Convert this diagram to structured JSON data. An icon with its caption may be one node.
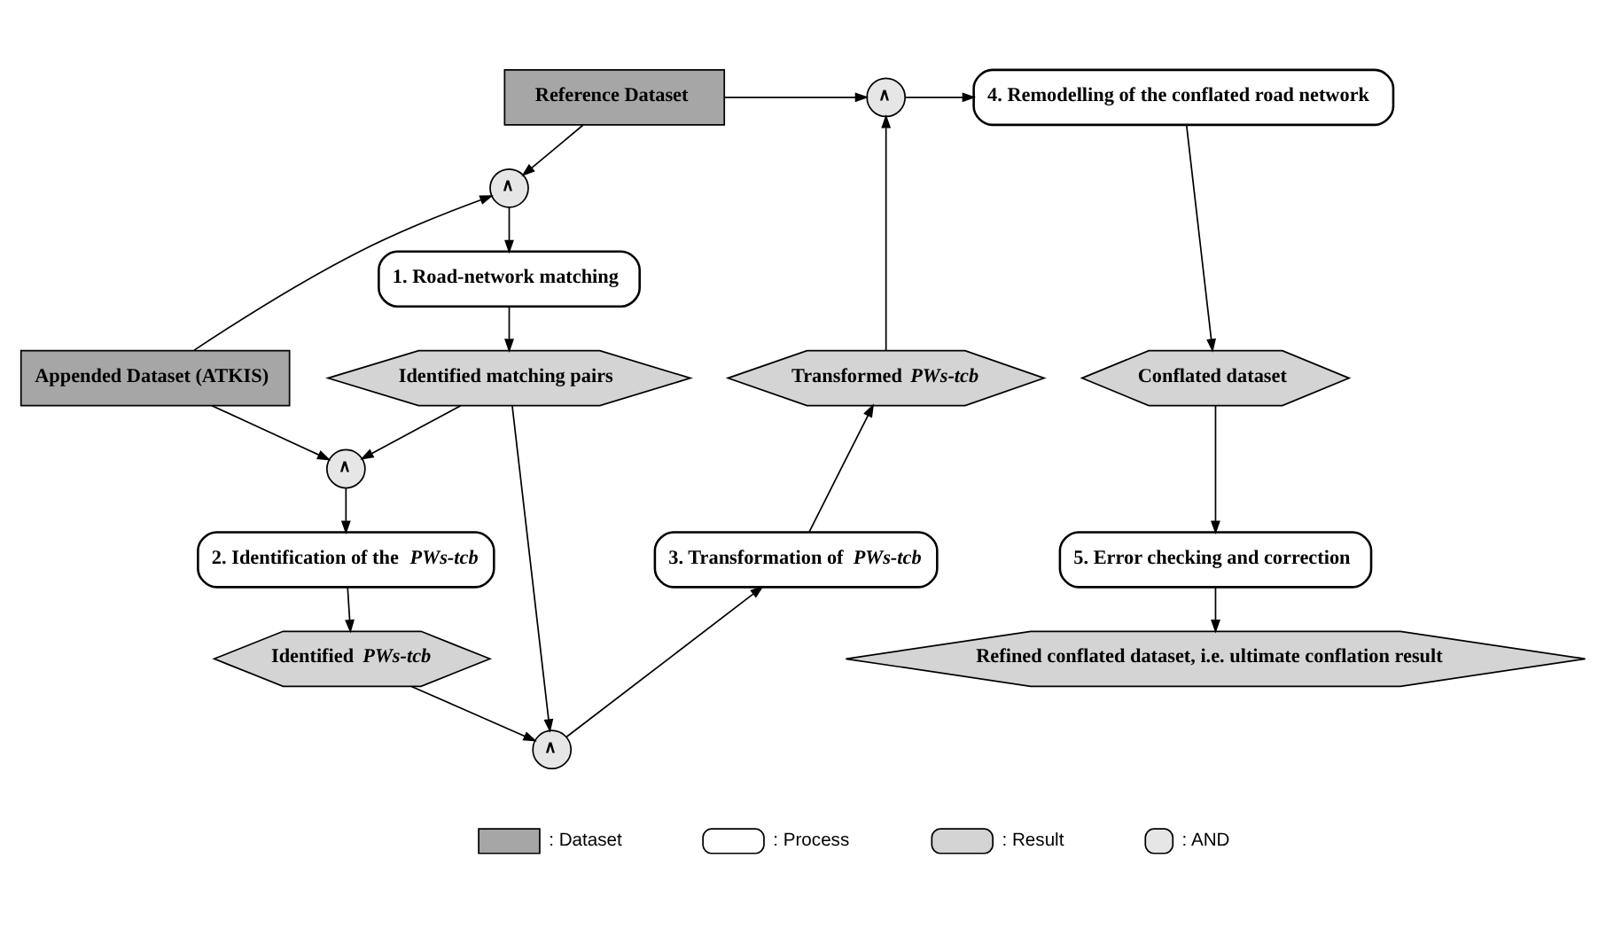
{
  "diagram": {
    "nodes": [
      {
        "text": [
          "Reference Dataset"
        ]
      },
      {
        "text": [
          "Appended Dataset (ATKIS)"
        ]
      },
      {
        "text": [
          "∧"
        ]
      },
      {
        "text": [
          "1. Road-network matching"
        ]
      },
      {
        "text": [
          "Identified matching pairs"
        ]
      },
      {
        "text": [
          "∧"
        ]
      },
      {
        "text": [
          "2. Identification of the *PWs-tcb*"
        ]
      },
      {
        "text": [
          "Identified *PWs-tcb*"
        ]
      },
      {
        "text": [
          "∧"
        ]
      },
      {
        "text": [
          "3. Transformation of *PWs-tcb*"
        ]
      },
      {
        "text": [
          "Transformed *PWs-tcb*"
        ]
      },
      {
        "text": [
          "∧"
        ]
      },
      {
        "text": [
          "4. Remodelling of the conflated road network"
        ]
      },
      {
        "text": [
          "Conflated dataset"
        ]
      },
      {
        "text": [
          "5. Error checking and correction"
        ]
      },
      {
        "text": [
          "Refined conflated dataset, i.e. ultimate conflation result"
        ]
      }
    ],
    "edges": [
      {
        "from": 0,
        "to": 2,
        "arrow": "to"
      },
      {
        "from": 1,
        "to": 2,
        "arrow": "to"
      },
      {
        "from": 2,
        "to": 3,
        "arrow": "to"
      },
      {
        "from": 3,
        "to": 4,
        "arrow": "to"
      },
      {
        "from": 4,
        "to": 5,
        "arrow": "to"
      },
      {
        "from": 1,
        "to": 5,
        "arrow": "to"
      },
      {
        "from": 5,
        "to": 6,
        "arrow": "to"
      },
      {
        "from": 6,
        "to": 7,
        "arrow": "to"
      },
      {
        "from": 7,
        "to": 8,
        "arrow": "to"
      },
      {
        "from": 4,
        "to": 8,
        "arrow": "to"
      },
      {
        "from": 8,
        "to": 9,
        "arrow": "to"
      },
      {
        "from": 9,
        "to": 10,
        "arrow": "to"
      },
      {
        "from": 10,
        "to": 11,
        "arrow": "to"
      },
      {
        "from": 0,
        "to": 11,
        "arrow": "to"
      },
      {
        "from": 11,
        "to": 12,
        "arrow": "to"
      },
      {
        "from": 12,
        "to": 13,
        "arrow": "to"
      },
      {
        "from": 13,
        "to": 14,
        "arrow": "to"
      },
      {
        "from": 14,
        "to": 15,
        "arrow": "to"
      }
    ],
    "legend": [
      {
        "text": ": Dataset"
      },
      {
        "text": ": Process"
      },
      {
        "text": ": Result"
      },
      {
        "text": ": AND"
      }
    ]
  }
}
